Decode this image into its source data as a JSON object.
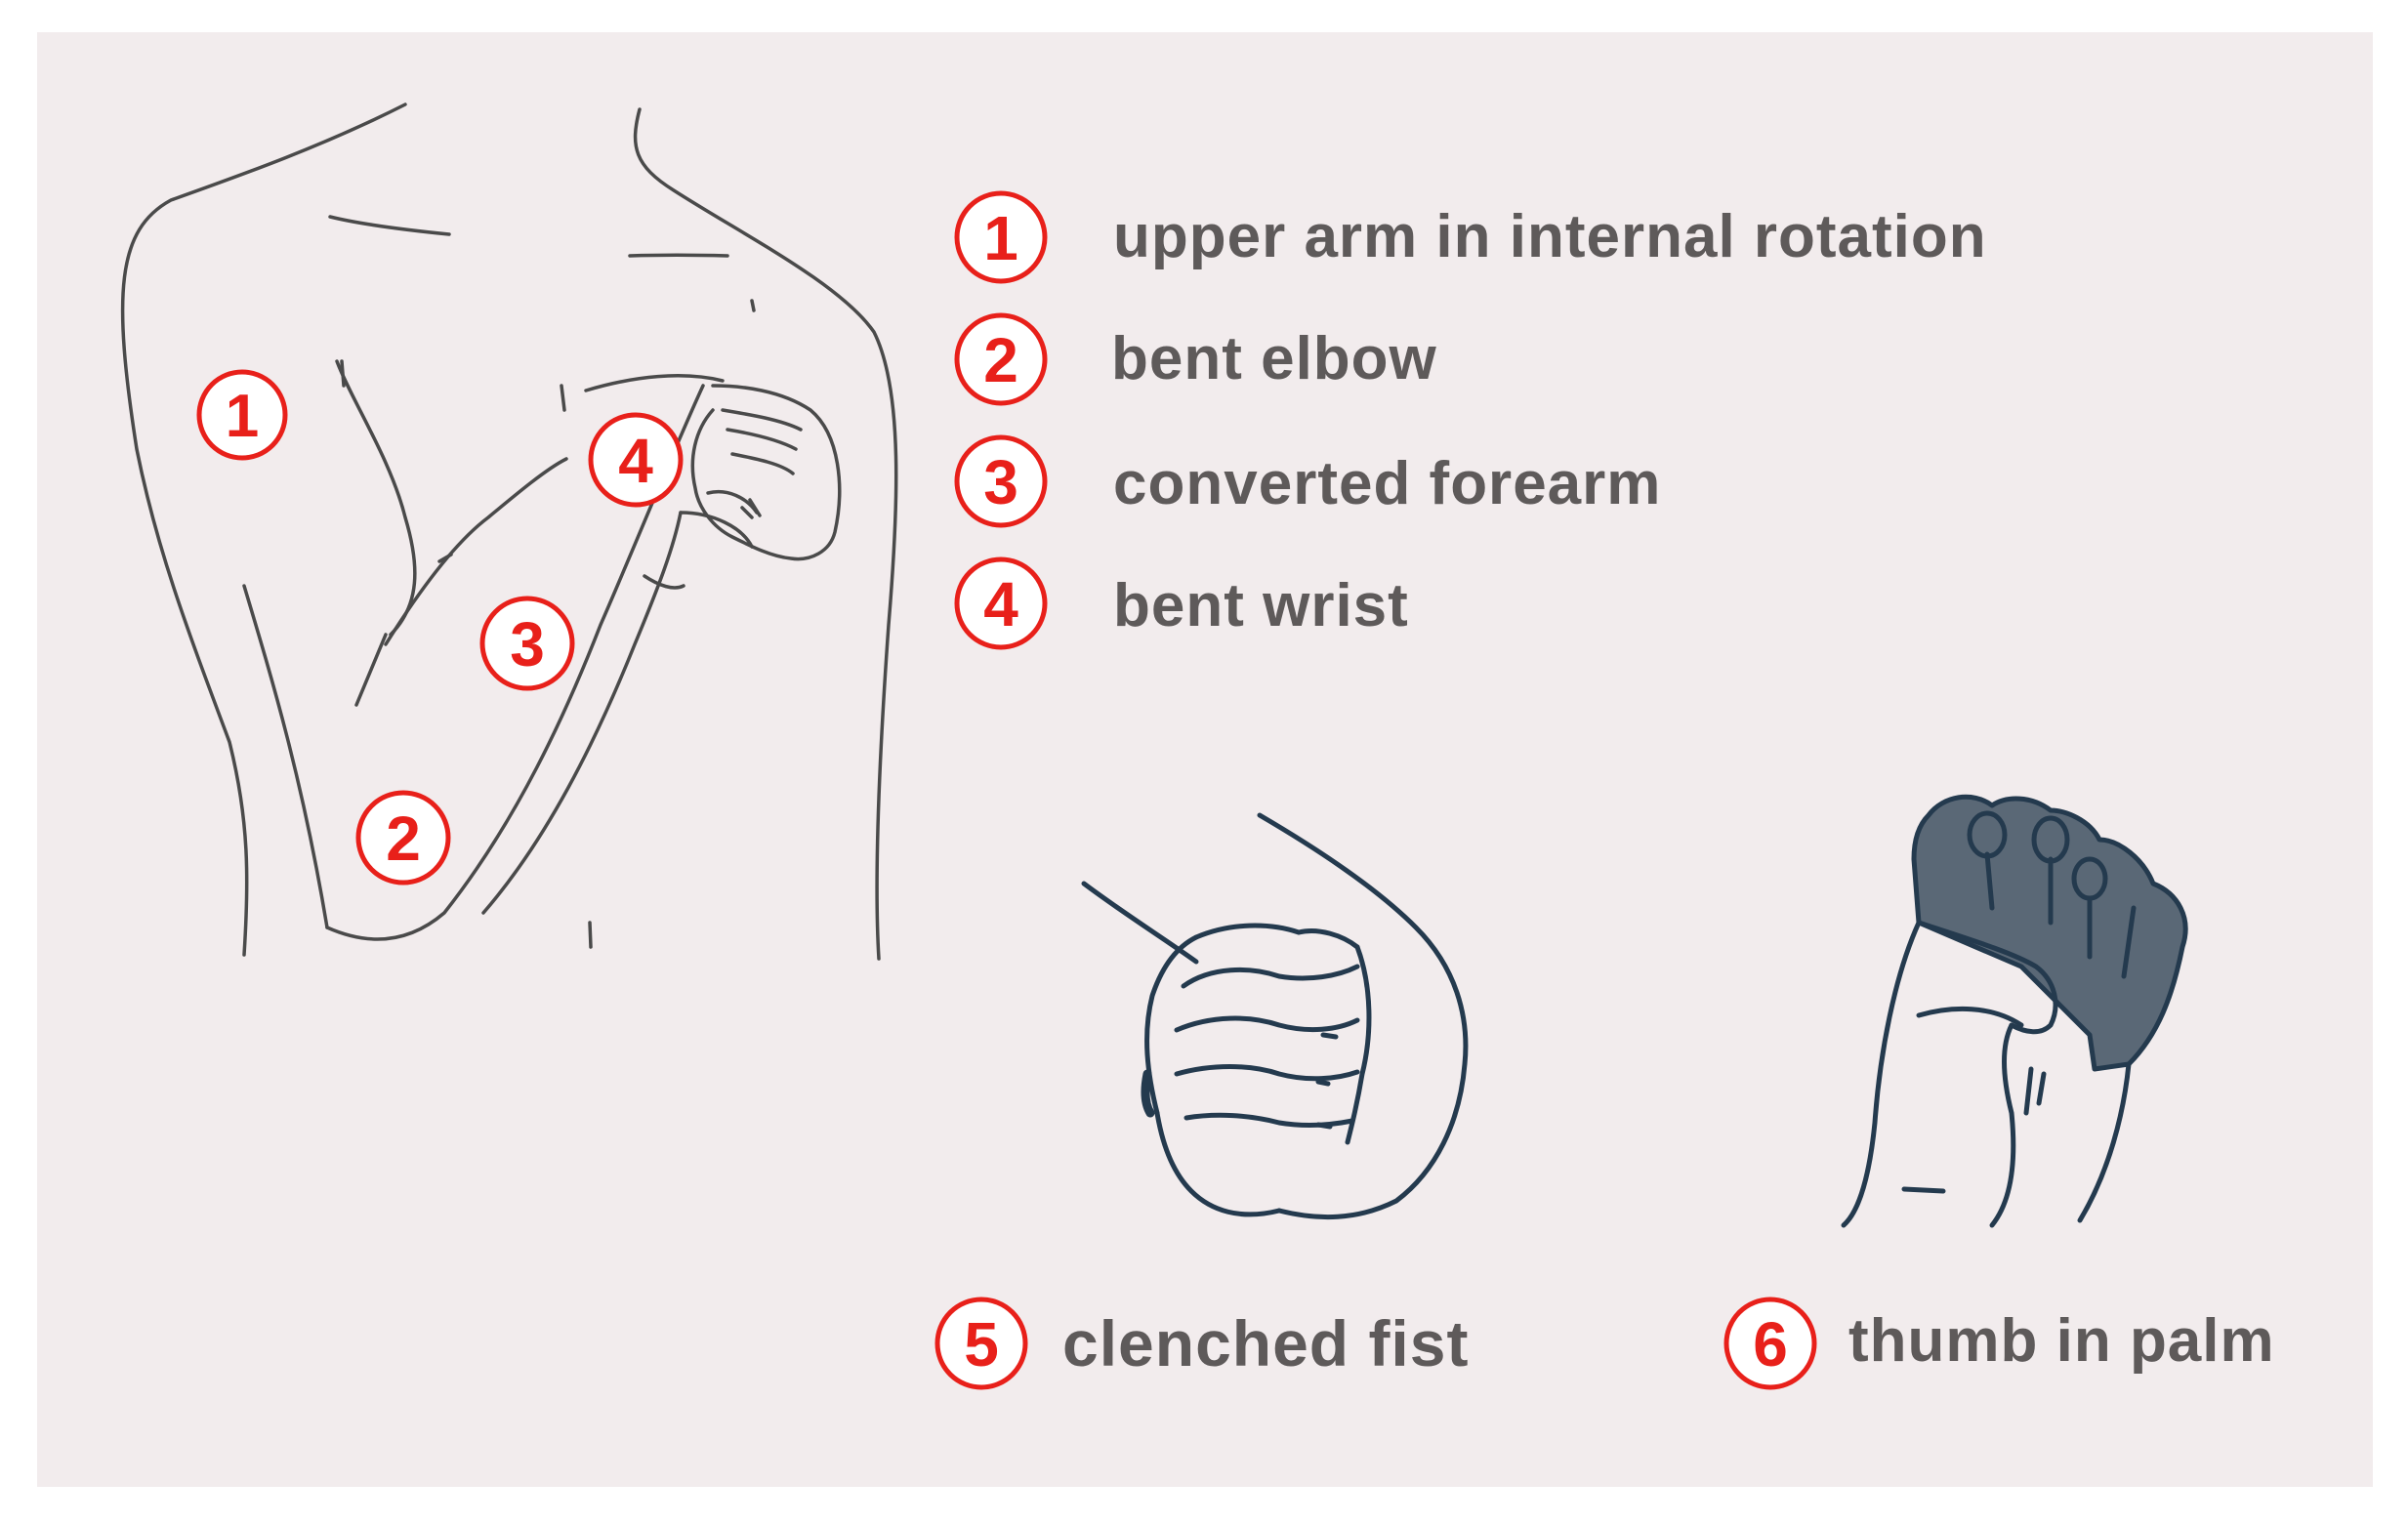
{
  "colors": {
    "background": "#f2eced",
    "accent_red": "#e8201a",
    "line_gray": "#4a4a4a",
    "hand_ink": "#243a4e",
    "hand_fill": "#5a6876",
    "text": "#5e5a5a"
  },
  "arm_markers": [
    "1",
    "2",
    "3",
    "4"
  ],
  "legend": [
    {
      "number": "1",
      "text": "upper arm in internal rotation"
    },
    {
      "number": "2",
      "text": "bent elbow"
    },
    {
      "number": "3",
      "text": "converted forearm"
    },
    {
      "number": "4",
      "text": "bent wrist"
    }
  ],
  "hands": [
    {
      "number": "5",
      "text": "clenched fist",
      "icon": "clenched-fist-icon"
    },
    {
      "number": "6",
      "text": "thumb in palm",
      "icon": "thumb-in-palm-icon"
    }
  ]
}
